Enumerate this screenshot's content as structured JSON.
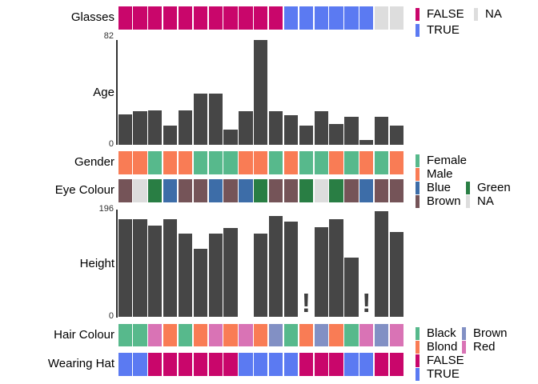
{
  "figure": {
    "bar_color": "#464646",
    "axis_color": "#333333",
    "background": "#FFFFFF",
    "missing_mark": "!"
  },
  "chart_data": {
    "type": "table",
    "n_columns": 19,
    "tracks": [
      {
        "id": "glasses",
        "label": "Glasses",
        "kind": "categorical",
        "values": [
          "FALSE",
          "FALSE",
          "FALSE",
          "FALSE",
          "FALSE",
          "FALSE",
          "FALSE",
          "FALSE",
          "FALSE",
          "FALSE",
          "FALSE",
          "TRUE",
          "TRUE",
          "TRUE",
          "TRUE",
          "TRUE",
          "TRUE",
          "NA",
          "NA"
        ],
        "palette": {
          "FALSE": "#C9066B",
          "TRUE": "#5B7AF2",
          "NA": "#DDDDDD"
        },
        "legend": [
          {
            "label": "FALSE",
            "color": "#C9066B",
            "col": 0,
            "row": 0
          },
          {
            "label": "TRUE",
            "color": "#5B7AF2",
            "col": 0,
            "row": 1
          },
          {
            "label": "NA",
            "color": "#DDDDDD",
            "col": 1,
            "row": 0
          }
        ]
      },
      {
        "id": "age",
        "label": "Age",
        "kind": "bar",
        "ymax": 82,
        "ymax_label": "82",
        "ymin_label": "0",
        "values": [
          24,
          26,
          27,
          15,
          27,
          40,
          40,
          12,
          26,
          82,
          26,
          23,
          15,
          26,
          16,
          22,
          4,
          22,
          15
        ]
      },
      {
        "id": "gender",
        "label": "Gender",
        "kind": "categorical",
        "values": [
          "Male",
          "Male",
          "Female",
          "Male",
          "Male",
          "Female",
          "Female",
          "Female",
          "Male",
          "Male",
          "Female",
          "Male",
          "Female",
          "Female",
          "Male",
          "Female",
          "Male",
          "Female",
          "Male"
        ],
        "palette": {
          "Female": "#57B98C",
          "Male": "#F97C55"
        },
        "legend": [
          {
            "label": "Female",
            "color": "#57B98C",
            "col": 0,
            "row": 0
          },
          {
            "label": "Male",
            "color": "#F97C55",
            "col": 0,
            "row": 1
          }
        ]
      },
      {
        "id": "eye_colour",
        "label": "Eye Colour",
        "kind": "categorical",
        "values": [
          "Brown",
          "NA",
          "Green",
          "Blue",
          "Brown",
          "Brown",
          "Blue",
          "Brown",
          "Blue",
          "Green",
          "Brown",
          "Brown",
          "Green",
          "NA",
          "Green",
          "Brown",
          "Blue",
          "Brown",
          "Brown"
        ],
        "palette": {
          "Blue": "#3D6DA8",
          "Brown": "#755458",
          "Green": "#297E44",
          "NA": "#DDDDDD"
        },
        "legend": [
          {
            "label": "Blue",
            "color": "#3D6DA8",
            "col": 0,
            "row": 0
          },
          {
            "label": "Brown",
            "color": "#755458",
            "col": 0,
            "row": 1
          },
          {
            "label": "Green",
            "color": "#297E44",
            "col": 1,
            "row": 0
          },
          {
            "label": "NA",
            "color": "#DDDDDD",
            "col": 1,
            "row": 1
          }
        ]
      },
      {
        "id": "height",
        "label": "Height",
        "kind": "bar",
        "ymax": 196,
        "ymax_label": "196",
        "ymin_label": "0",
        "values": [
          178,
          178,
          167,
          179,
          153,
          124,
          153,
          162,
          null,
          153,
          184,
          174,
          "!",
          164,
          178,
          108,
          "!",
          193,
          155
        ]
      },
      {
        "id": "hair_colour",
        "label": "Hair Colour",
        "kind": "categorical",
        "values": [
          "Black",
          "Black",
          "Red",
          "Blond",
          "Black",
          "Blond",
          "Red",
          "Blond",
          "Red",
          "Blond",
          "Brown",
          "Black",
          "Blond",
          "Brown",
          "Blond",
          "Black",
          "Red",
          "Brown",
          "Red"
        ],
        "palette": {
          "Black": "#57B98C",
          "Blond": "#F97C55",
          "Brown": "#8290C4",
          "Red": "#D973B5"
        },
        "legend": [
          {
            "label": "Black",
            "color": "#57B98C",
            "col": 0,
            "row": 0
          },
          {
            "label": "Blond",
            "color": "#F97C55",
            "col": 0,
            "row": 1
          },
          {
            "label": "Brown",
            "color": "#8290C4",
            "col": 1,
            "row": 0
          },
          {
            "label": "Red",
            "color": "#D973B5",
            "col": 1,
            "row": 1
          }
        ]
      },
      {
        "id": "wearing_hat",
        "label": "Wearing Hat",
        "kind": "categorical",
        "values": [
          "TRUE",
          "TRUE",
          "FALSE",
          "FALSE",
          "FALSE",
          "FALSE",
          "FALSE",
          "FALSE",
          "TRUE",
          "TRUE",
          "TRUE",
          "TRUE",
          "FALSE",
          "FALSE",
          "FALSE",
          "TRUE",
          "TRUE",
          "FALSE",
          "FALSE"
        ],
        "palette": {
          "FALSE": "#C9066B",
          "TRUE": "#5B7AF2"
        },
        "legend": [
          {
            "label": "FALSE",
            "color": "#C9066B",
            "col": 0,
            "row": 0
          },
          {
            "label": "TRUE",
            "color": "#5B7AF2",
            "col": 0,
            "row": 1
          }
        ]
      }
    ]
  }
}
